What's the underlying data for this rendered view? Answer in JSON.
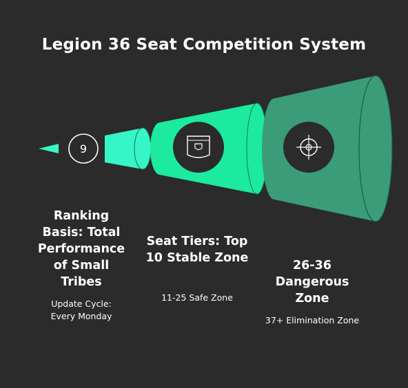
{
  "title": "Legion 36 Seat Competition System",
  "stages": [
    {
      "icon": "number-nine-icon",
      "icon_text": "9",
      "color": "#36f5c6",
      "heading": "Ranking Basis: Total Performance of Small Tribes",
      "note": "Update Cycle: Every Monday"
    },
    {
      "icon": "shield-badge-icon",
      "color": "#1cea9f",
      "heading": "Seat Tiers: Top 10 Stable Zone",
      "note": "11-25 Safe Zone"
    },
    {
      "icon": "target-crosshair-icon",
      "color": "#3a9c79",
      "heading": "26-36 Dangerous Zone",
      "note": "37+ Elimination Zone"
    }
  ]
}
